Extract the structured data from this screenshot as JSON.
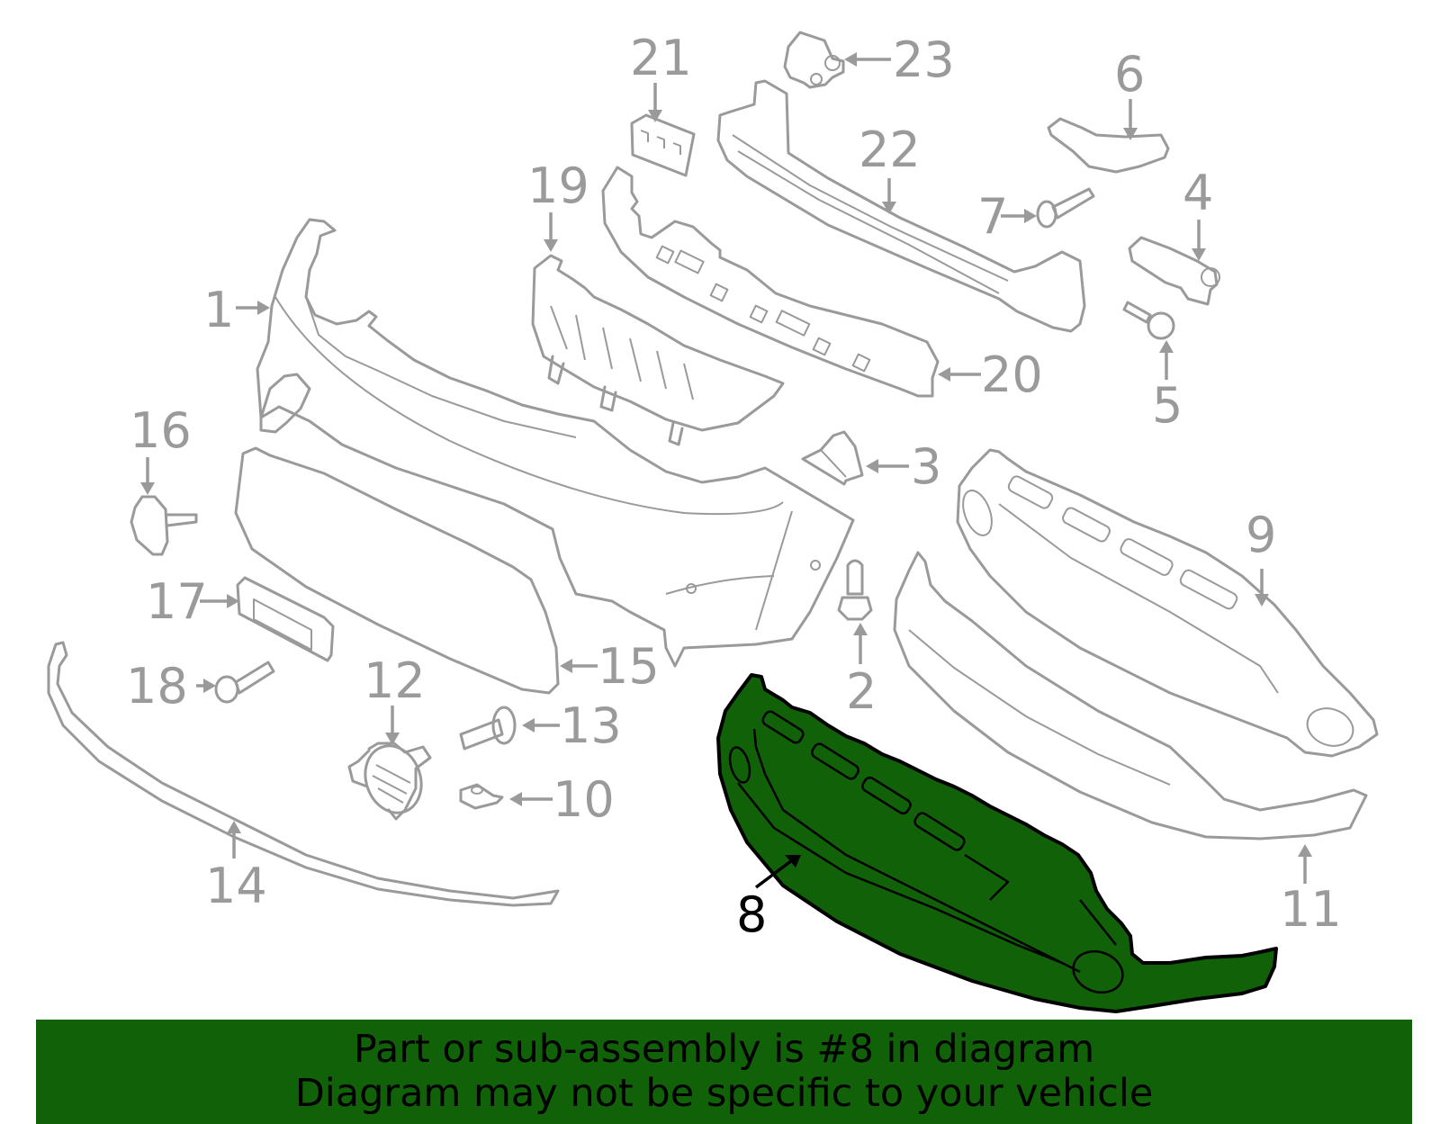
{
  "diagram": {
    "highlighted_part": "8",
    "colors": {
      "highlight_fill": "#116108",
      "highlight_stroke": "#000000",
      "part_stroke": "#9a9a9a",
      "label_color": "#9a9a9a",
      "active_label_color": "#000000",
      "banner_bg": "#116108"
    },
    "callouts": [
      {
        "id": "1",
        "label": "1",
        "part": "bumper-cover"
      },
      {
        "id": "2",
        "label": "2",
        "part": "bolt"
      },
      {
        "id": "3",
        "label": "3",
        "part": "bracket-wedge"
      },
      {
        "id": "4",
        "label": "4",
        "part": "side-bracket"
      },
      {
        "id": "5",
        "label": "5",
        "part": "hex-bolt"
      },
      {
        "id": "6",
        "label": "6",
        "part": "upper-side-bracket"
      },
      {
        "id": "7",
        "label": "7",
        "part": "screw"
      },
      {
        "id": "8",
        "label": "8",
        "part": "lower-grille-valance"
      },
      {
        "id": "9",
        "label": "9",
        "part": "lower-grille-frame"
      },
      {
        "id": "10",
        "label": "10",
        "part": "clip-nut"
      },
      {
        "id": "11",
        "label": "11",
        "part": "lower-spoiler"
      },
      {
        "id": "12",
        "label": "12",
        "part": "fog-lamp-cover"
      },
      {
        "id": "13",
        "label": "13",
        "part": "flange-bolt"
      },
      {
        "id": "14",
        "label": "14",
        "part": "lower-trim-strip"
      },
      {
        "id": "15",
        "label": "15",
        "part": "upper-grille"
      },
      {
        "id": "16",
        "label": "16",
        "part": "tow-hook-cover"
      },
      {
        "id": "17",
        "label": "17",
        "part": "license-bracket"
      },
      {
        "id": "18",
        "label": "18",
        "part": "screw"
      },
      {
        "id": "19",
        "label": "19",
        "part": "grille-support"
      },
      {
        "id": "20",
        "label": "20",
        "part": "energy-absorber"
      },
      {
        "id": "21",
        "label": "21",
        "part": "label-plate"
      },
      {
        "id": "22",
        "label": "22",
        "part": "reinforcement-bar"
      },
      {
        "id": "23",
        "label": "23",
        "part": "sensor"
      }
    ]
  },
  "banner": {
    "line1": "Part or sub-assembly is #8 in diagram",
    "line2": "Diagram may not be specific to your vehicle"
  }
}
